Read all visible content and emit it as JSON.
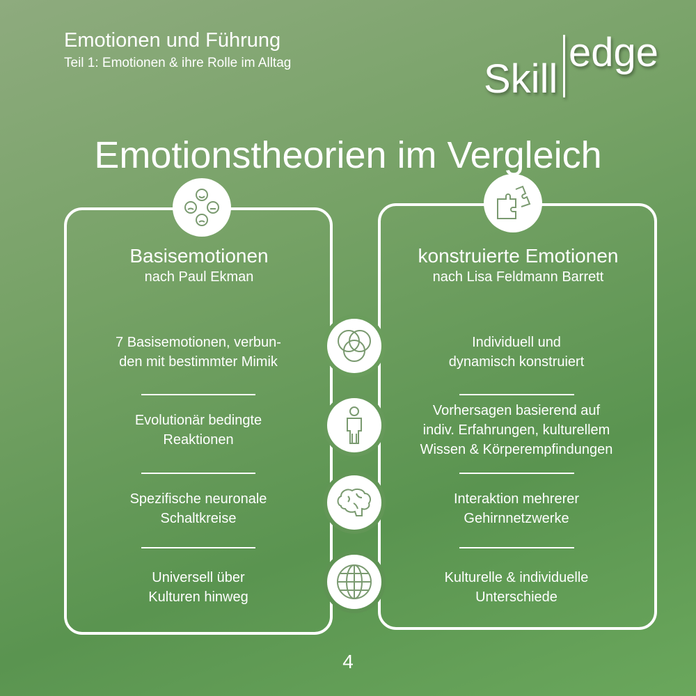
{
  "header": {
    "title": "Emotionen und Führung",
    "subtitle": "Teil 1: Emotionen & ihre Rolle im Alltag"
  },
  "logo": {
    "part1": "Skill",
    "part2": "edge"
  },
  "main_title": "Emotionstheorien im Vergleich",
  "left": {
    "icon": "emotion-faces-icon",
    "heading": "Basisemotionen",
    "subheading": "nach Paul Ekman",
    "items": [
      "7 Basisemotionen, verbun-\nden mit bestimmter Mimik",
      "Evolutionär bedingte\nReaktionen",
      "Spezifische neuronale\nSchaltkreise",
      "Universell über\nKulturen hinweg"
    ]
  },
  "right": {
    "icon": "puzzle-icon",
    "heading": "konstruierte Emotionen",
    "subheading": "nach Lisa Feldmann Barrett",
    "items": [
      "Individuell und\ndynamisch konstruiert",
      "Vorhersagen basierend auf\nindiv. Erfahrungen, kulturellem\nWissen & Körperempfindungen",
      "Interaktion mehrerer\nGehirnnetzwerke",
      "Kulturelle & individuelle\nUnterschiede"
    ]
  },
  "middle_icons": [
    "venn-diagram-icon",
    "person-icon",
    "brain-icon",
    "globe-icon"
  ],
  "page_number": "4"
}
